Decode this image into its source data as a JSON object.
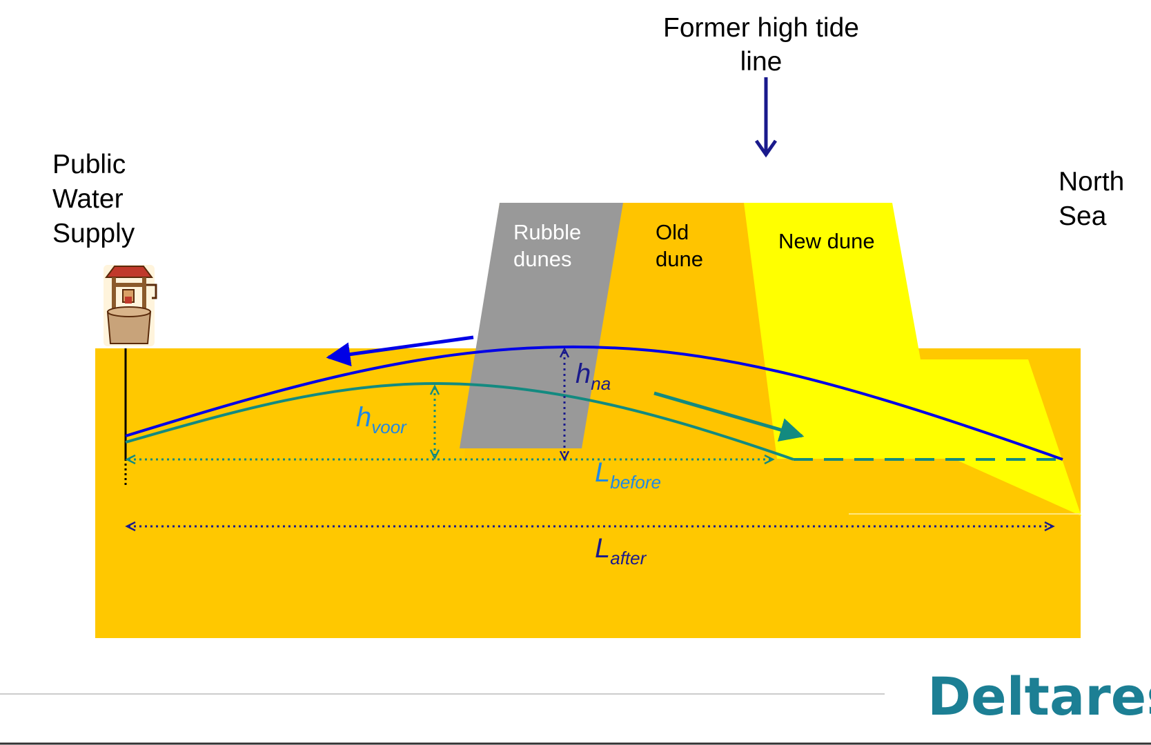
{
  "labels": {
    "former_tide_line_1": "Former high tide",
    "former_tide_line_2": "line",
    "water_supply_1": "Public",
    "water_supply_2": "Water",
    "water_supply_3": "Supply",
    "north_sea_1": "North",
    "north_sea_2": "Sea",
    "rubble_dunes_1": "Rubble",
    "rubble_dunes_2": "dunes",
    "old_dune_1": "Old",
    "old_dune_2": "dune",
    "new_dune": "New dune"
  },
  "symbols": {
    "h_na_main": "h",
    "h_na_sub": "na",
    "h_voor_main": "h",
    "h_voor_sub": "voor",
    "l_before_main": "L",
    "l_before_sub": "before",
    "l_after_main": "L",
    "l_after_sub": "after"
  },
  "logo": "Deltares",
  "icons": {
    "well": "water-well-icon",
    "tide_arrow": "arrow-down-icon"
  },
  "colors": {
    "ground": "#ffc800",
    "old_dune": "#ffc400",
    "new_dune": "#ffff00",
    "rubble": "#999999",
    "water_after": "#0000e6",
    "water_before": "#138a80",
    "label_blue": "#1e88e5",
    "logo": "#1c7f94"
  }
}
